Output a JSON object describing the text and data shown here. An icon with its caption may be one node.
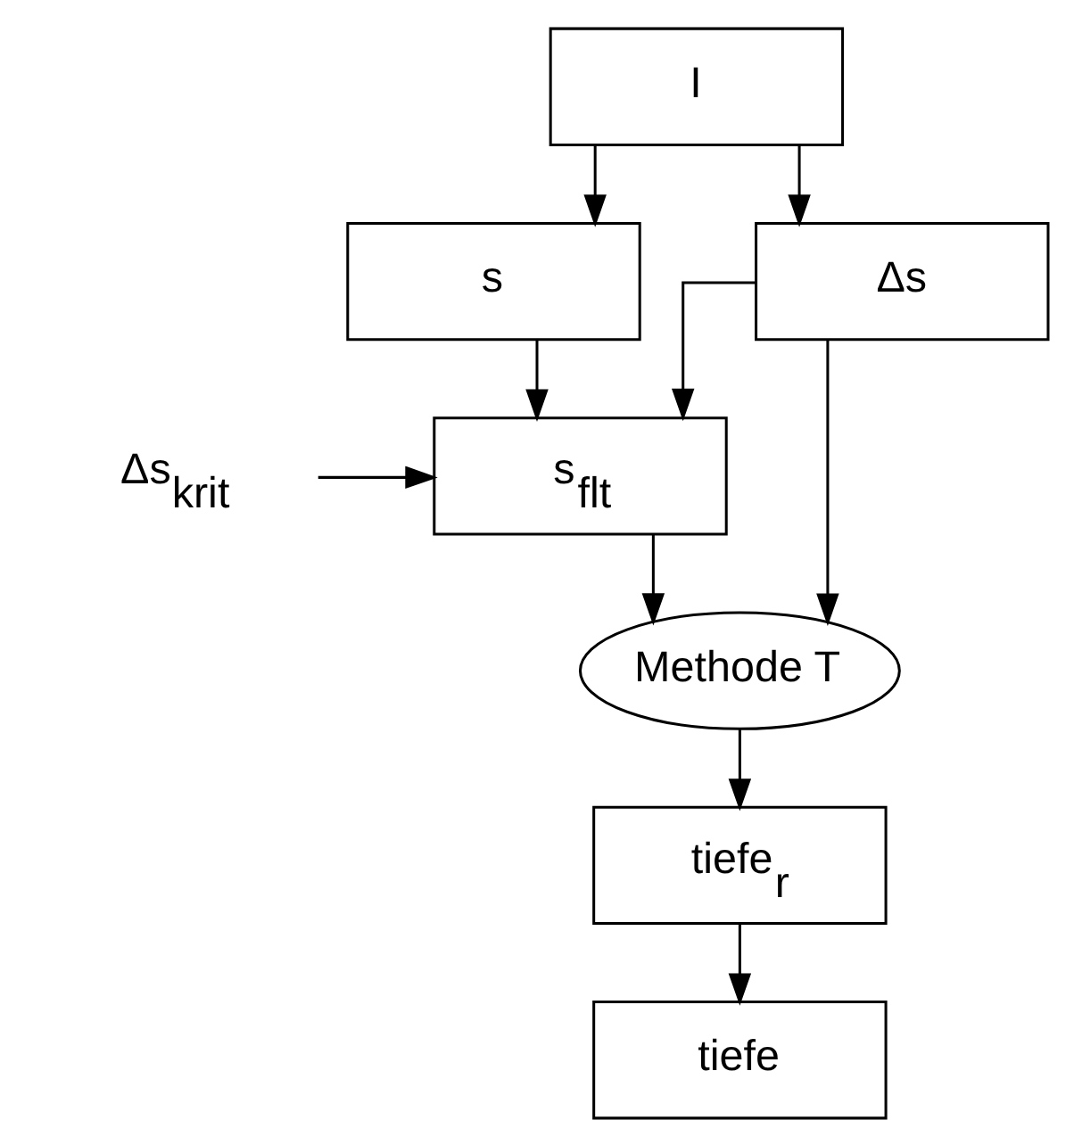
{
  "diagram": {
    "nodes": [
      {
        "text": [
          "I"
        ]
      },
      {
        "text": [
          "Δs"
        ]
      },
      {
        "text": [
          "s"
        ]
      },
      {
        "text": [
          "s$_{flt}$"
        ]
      },
      {
        "text": [
          "Δs$_{krit}$"
        ]
      },
      {
        "text": [
          "Methode T"
        ]
      },
      {
        "text": [
          "tiefe$_{r}$"
        ]
      },
      {
        "text": [
          "tiefe"
        ]
      }
    ],
    "edges": [
      {
        "from": 0,
        "to": 1,
        "arrow": "to"
      },
      {
        "from": 0,
        "to": 2,
        "arrow": "to"
      },
      {
        "from": 2,
        "to": 3,
        "arrow": "to"
      },
      {
        "from": 1,
        "to": 3,
        "arrow": "to"
      },
      {
        "from": 4,
        "to": 3,
        "arrow": "to"
      },
      {
        "from": 3,
        "to": 5,
        "arrow": "to"
      },
      {
        "from": 1,
        "to": 5,
        "arrow": "to"
      },
      {
        "from": 5,
        "to": 6,
        "arrow": "to"
      },
      {
        "from": 6,
        "to": 7,
        "arrow": "to"
      }
    ]
  }
}
